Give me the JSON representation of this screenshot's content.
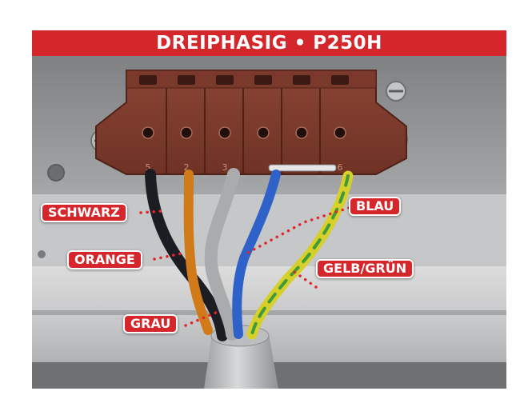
{
  "title": "DREIPHASIG • P250H",
  "wire_labels": {
    "schwarz": "SCHWARZ",
    "orange": "ORANGE",
    "blau": "BLAU",
    "gelb_gruen": "GELB/GRÜN",
    "grau": "GRAU"
  },
  "terminal_numbers": [
    "5",
    "2",
    "3",
    "",
    "",
    "6"
  ],
  "colors": {
    "banner": "#d5262b",
    "label_bg": "#d5262b",
    "leader_dots": "#e0262b",
    "wire_black": "#1b1d22",
    "wire_orange": "#d07a1a",
    "wire_grey": "#a9abad",
    "wire_blue": "#2f62c8",
    "wire_yellow_green": "#d7cf2a",
    "terminal_block": "#7b3a2c"
  }
}
